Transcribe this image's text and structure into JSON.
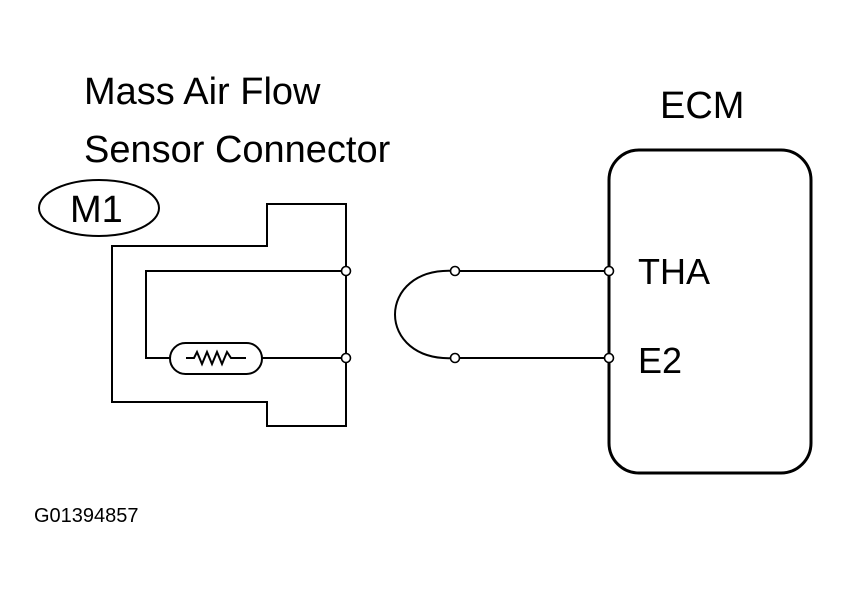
{
  "sensor": {
    "title_line1": "Mass Air Flow",
    "title_line2": "Sensor Connector",
    "connector_id": "M1"
  },
  "ecm": {
    "label": "ECM",
    "pins": [
      "THA",
      "E2"
    ]
  },
  "figure_id": "G01394857",
  "colors": {
    "ink": "#000000",
    "background": "#ffffff"
  }
}
